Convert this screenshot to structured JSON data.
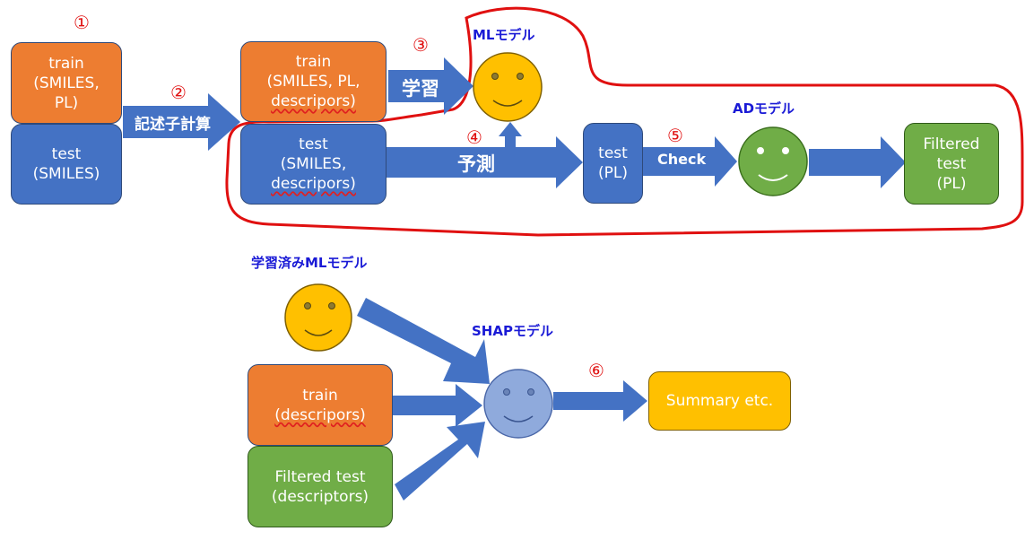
{
  "numbers": {
    "n1": "①",
    "n2": "②",
    "n3": "③",
    "n4": "④",
    "n5": "⑤",
    "n6": "⑥"
  },
  "titles": {
    "ml_model": "MLモデル",
    "ad_model": "ADモデル",
    "trained_ml_model": "学習済みMLモデル",
    "shap_model": "SHAPモデル"
  },
  "boxes": {
    "train1": {
      "line1": "train",
      "line2": "(SMILES,",
      "line3": "PL)"
    },
    "test1": {
      "line1": "test",
      "line2": "(SMILES)"
    },
    "train2": {
      "line1": "train",
      "line2": "(SMILES, PL,",
      "line3": "descripors)"
    },
    "test2": {
      "line1": "test",
      "line2": "(SMILES,",
      "line3": "descripors)"
    },
    "test_pl": {
      "line1": "test",
      "line2": "(PL)"
    },
    "filtered_pl": {
      "line1": "Filtered",
      "line2": "test",
      "line3": "(PL)"
    },
    "train3": {
      "line1": "train",
      "line2": "(descripors)"
    },
    "filtered_desc": {
      "line1": "Filtered test",
      "line2": "(descriptors)"
    },
    "summary": {
      "line1": "Summary etc."
    }
  },
  "arrows": {
    "descriptor_calc": "記述子計算",
    "learn": "学習",
    "predict": "予測",
    "check": "Check"
  },
  "colors": {
    "orange": "#ed7d31",
    "blue": "#4472c4",
    "green": "#70ad47",
    "yellow": "#ffc000",
    "arrow": "#4472c4",
    "highlight": "#e01010",
    "title": "#1a1ad6"
  }
}
